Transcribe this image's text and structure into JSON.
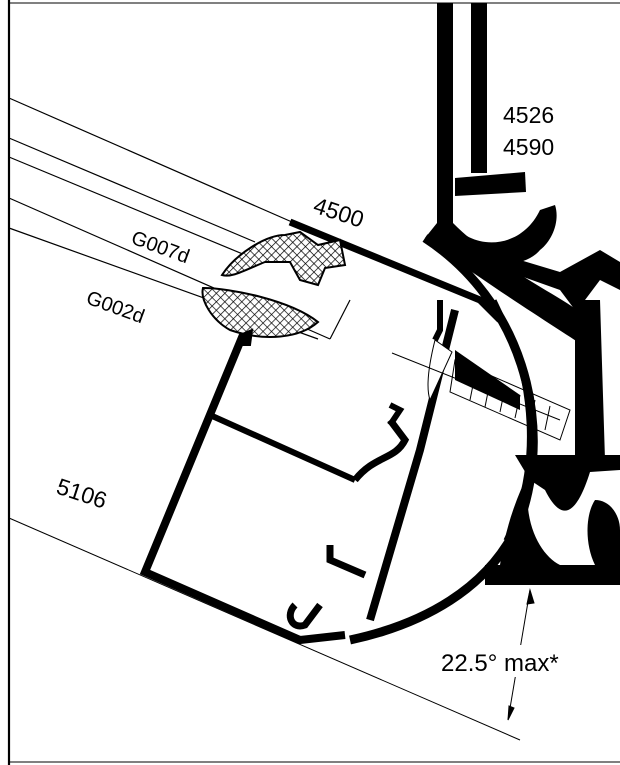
{
  "labels": {
    "profile_top_a": "4526",
    "profile_top_b": "4590",
    "cap_profile": "4500",
    "gasket_upper": "G007d",
    "gasket_lower": "G002d",
    "frame_profile": "5106",
    "angle_note": "22.5° max*"
  },
  "colors": {
    "ink": "#000000",
    "paper": "#ffffff"
  },
  "hatch_pattern": "crosshatch"
}
